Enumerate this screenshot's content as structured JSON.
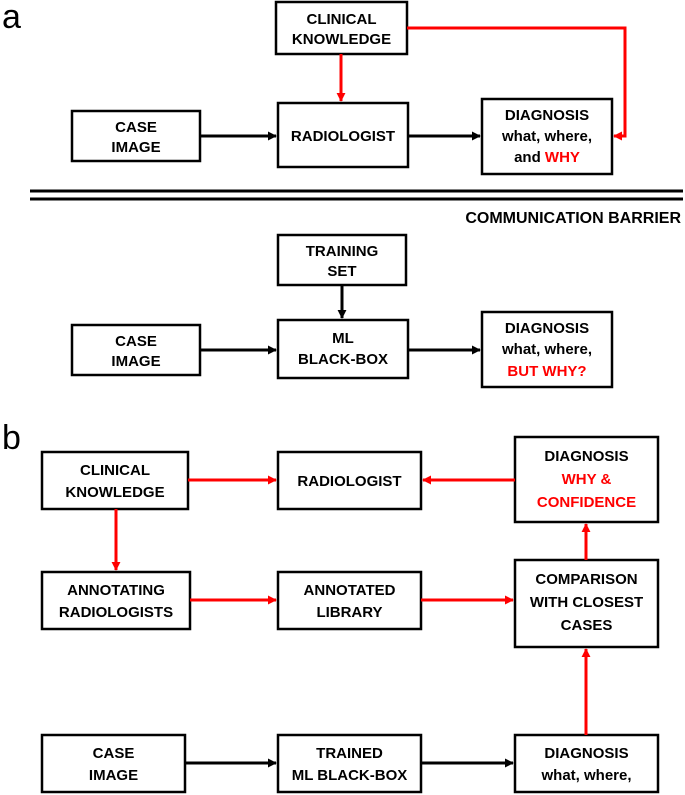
{
  "colors": {
    "black": "#000000",
    "red": "#ff0000"
  },
  "panel_a": {
    "label": "a",
    "upper": {
      "clinical_knowledge": [
        "CLINICAL",
        "KNOWLEDGE"
      ],
      "case_image": [
        "CASE",
        "IMAGE"
      ],
      "radiologist": [
        "RADIOLOGIST"
      ],
      "diagnosis": {
        "line1": "DIAGNOSIS",
        "line2": "what, where,",
        "line3_prefix": "and ",
        "line3_highlight": "WHY"
      }
    },
    "barrier_label": "COMMUNICATION BARRIER",
    "lower": {
      "training_set": [
        "TRAINING",
        "SET"
      ],
      "case_image": [
        "CASE",
        "IMAGE"
      ],
      "ml_black_box": [
        "ML",
        "BLACK-BOX"
      ],
      "diagnosis": {
        "line1": "DIAGNOSIS",
        "line2": "what, where,",
        "line3_highlight": "BUT WHY?"
      }
    }
  },
  "panel_b": {
    "label": "b",
    "clinical_knowledge": [
      "CLINICAL",
      "KNOWLEDGE"
    ],
    "radiologist": [
      "RADIOLOGIST"
    ],
    "diagnosis_top": {
      "line1": "DIAGNOSIS",
      "line2": "WHY &",
      "line3": "CONFIDENCE"
    },
    "annotating_radiologists": [
      "ANNOTATING",
      "RADIOLOGISTS"
    ],
    "annotated_library": [
      "ANNOTATED",
      "LIBRARY"
    ],
    "comparison": [
      "COMPARISON",
      "WITH CLOSEST",
      "CASES"
    ],
    "case_image": [
      "CASE",
      "IMAGE"
    ],
    "trained_ml": [
      "TRAINED",
      "ML BLACK-BOX"
    ],
    "diagnosis_bottom": [
      "DIAGNOSIS",
      "what, where,"
    ]
  }
}
